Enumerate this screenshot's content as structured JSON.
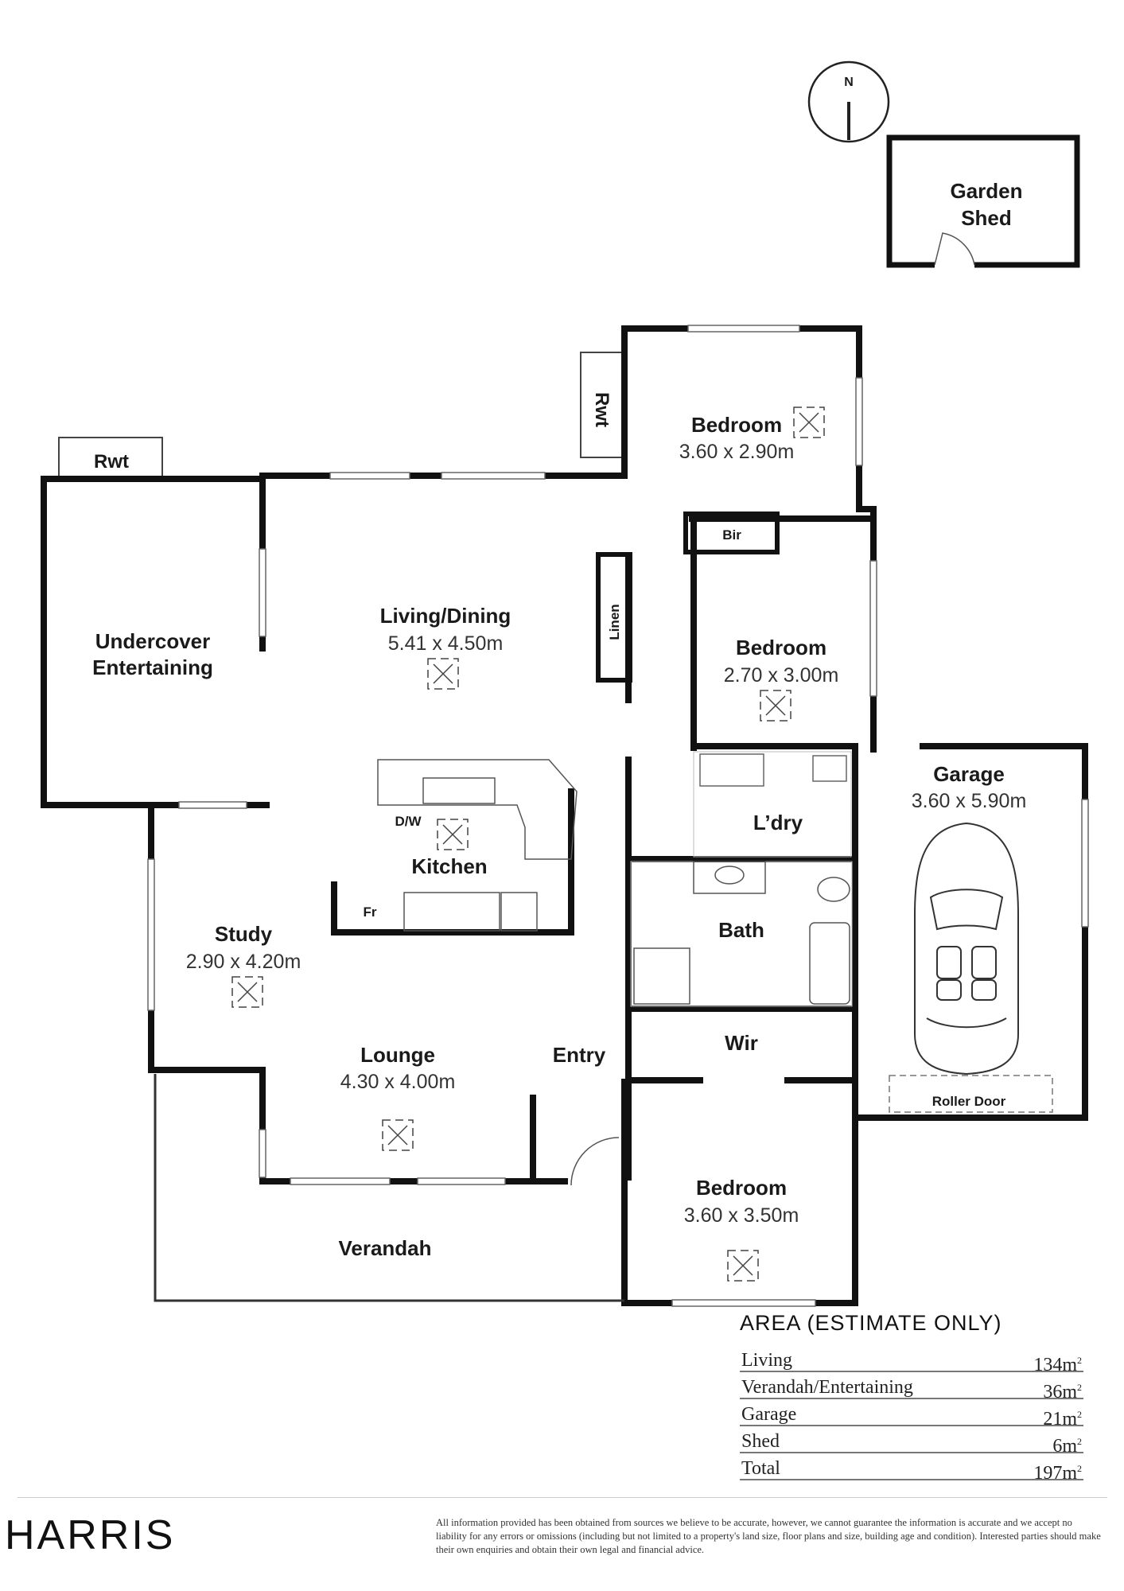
{
  "compass": {
    "north": "N"
  },
  "rooms": {
    "garden_shed": {
      "line1": "Garden",
      "line2": "Shed"
    },
    "rwt_left": "Rwt",
    "rwt_right": "Rwt",
    "bedroom1": {
      "name": "Bedroom",
      "dims": "3.60 x 2.90m"
    },
    "bir": "Bir",
    "linen": "Linen",
    "undercover": {
      "line1": "Undercover",
      "line2": "Entertaining"
    },
    "living": {
      "name": "Living/Dining",
      "dims": "5.41 x 4.50m"
    },
    "bedroom2": {
      "name": "Bedroom",
      "dims": "2.70 x 3.00m"
    },
    "garage": {
      "name": "Garage",
      "dims": "3.60 x 5.90m"
    },
    "laundry": "L’dry",
    "dw": "D/W",
    "kitchen": "Kitchen",
    "fridge": "Fr",
    "study": {
      "name": "Study",
      "dims": "2.90 x 4.20m"
    },
    "bath": "Bath",
    "wir": "Wir",
    "lounge": {
      "name": "Lounge",
      "dims": "4.30 x 4.00m"
    },
    "entry": "Entry",
    "roller_door": "Roller Door",
    "bedroom3": {
      "name": "Bedroom",
      "dims": "3.60 x 3.50m"
    },
    "verandah": "Verandah"
  },
  "area": {
    "title": "AREA (ESTIMATE ONLY)",
    "rows": [
      {
        "label": "Living",
        "value": "134m",
        "unit_sup": "2"
      },
      {
        "label": "Verandah/Entertaining",
        "value": "36m",
        "unit_sup": "2"
      },
      {
        "label": "Garage",
        "value": "21m",
        "unit_sup": "2"
      },
      {
        "label": "Shed",
        "value": "6m",
        "unit_sup": "2"
      },
      {
        "label": "Total",
        "value": "197m",
        "unit_sup": "2"
      }
    ]
  },
  "footer": {
    "brand": "HARRIS",
    "disclaimer": "All information provided has been obtained from sources we believe to be accurate, however, we cannot guarantee the information is accurate and we accept no liability for any errors or omissions (including but not limited to a property's land size, floor plans and size, building age and condition). Interested parties should make their own enquiries and obtain their own legal and financial advice."
  }
}
